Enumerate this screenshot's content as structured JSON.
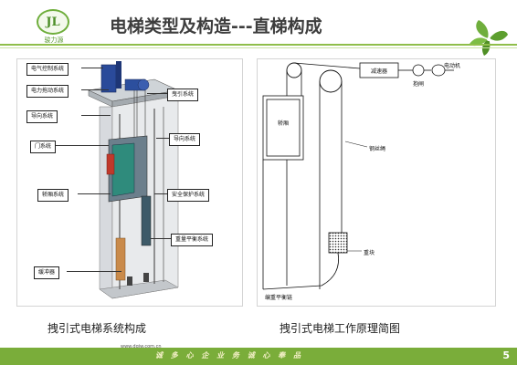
{
  "header": {
    "logo_mark": "JL",
    "logo_name": "骏力源",
    "title": "电梯类型及构造---直梯构成"
  },
  "left_figure": {
    "labels": {
      "electric_control": "电气控制系统",
      "power_drive": "电力拖动系统",
      "door": "门系统",
      "car": "轿厢系统",
      "buffer": "缓冲器",
      "traction": "曳引系统",
      "guide": "导向系统",
      "safety": "安全保护系统",
      "counterweight": "重量平衡系统"
    },
    "watermark": "www.dqjw.com.cn",
    "caption": "拽引式电梯系统构成"
  },
  "right_figure": {
    "labels": {
      "reducer": "减速器",
      "motor": "电动机",
      "brake": "抱闸",
      "car": "轿厢",
      "rope": "钢丝绳",
      "counterweight": "重块",
      "comp_chain": "编重平衡链"
    },
    "caption": "拽引式电梯工作原理简图"
  },
  "footer": {
    "slogan": "诚 多 心 企 业   务 诚 心 奉 品",
    "page_number": "5"
  },
  "colors": {
    "accent_green": "#7aad3a",
    "title_text": "#3d3d3d"
  }
}
